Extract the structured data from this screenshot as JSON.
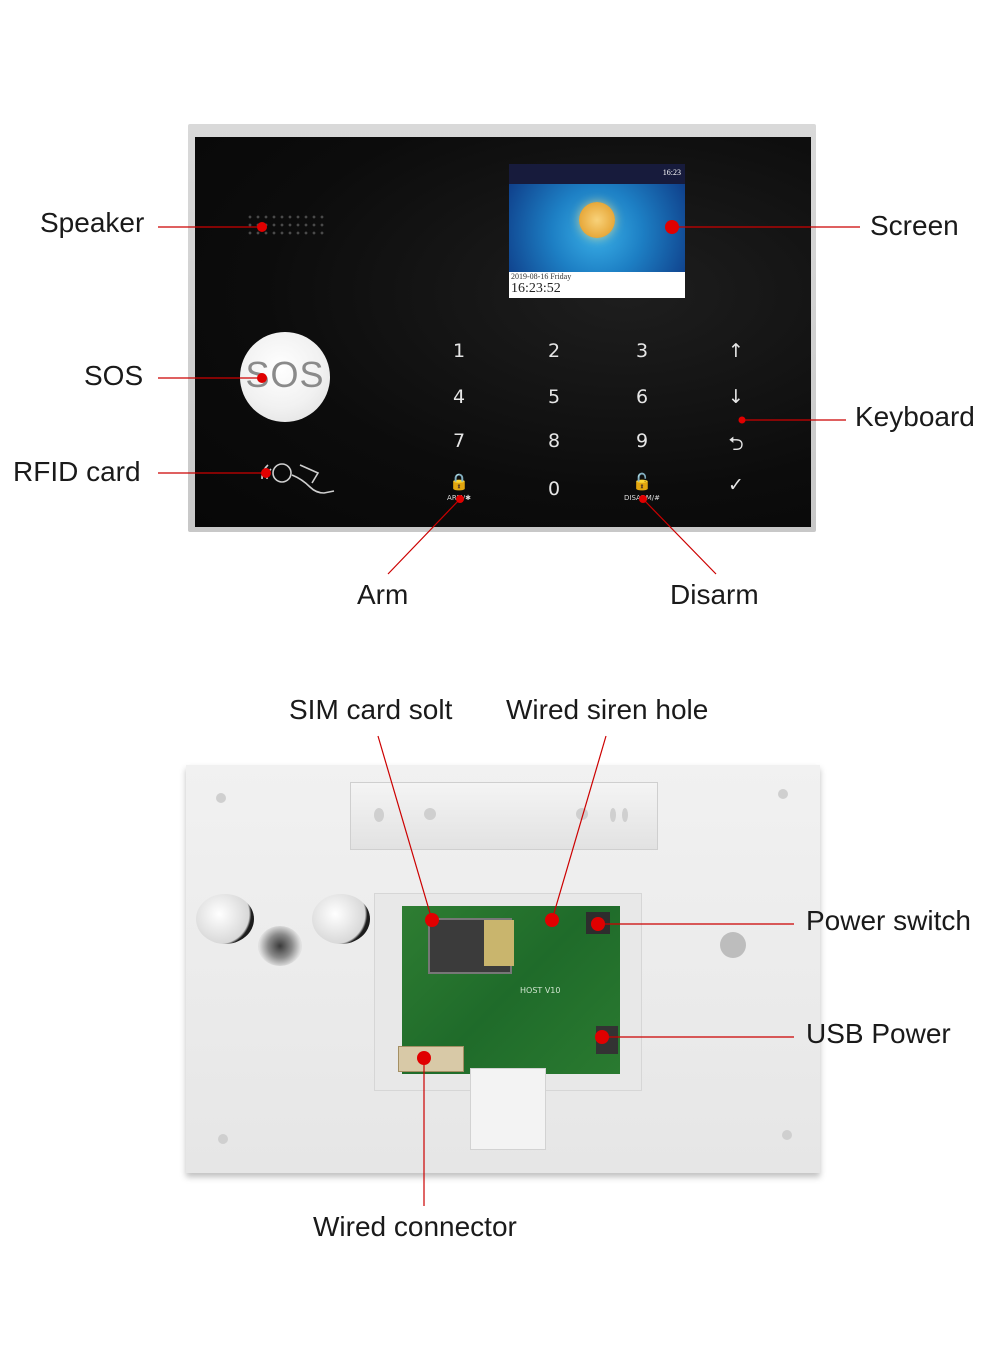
{
  "front_labels": {
    "speaker": "Speaker",
    "screen": "Screen",
    "sos": "SOS",
    "keyboard": "Keyboard",
    "rfid": "RFID card",
    "arm": "Arm",
    "disarm": "Disarm"
  },
  "back_labels": {
    "sim_slot": "SIM card solt",
    "siren_hole": "Wired siren hole",
    "power_switch": "Power switch",
    "usb_power": "USB Power",
    "wired_connector": "Wired connector"
  },
  "device_front": {
    "sos_button_text": "SOS",
    "lcd_clock": "16:23",
    "lcd_date": "2019-08-16 Friday",
    "lcd_time": "16:23:52",
    "keypad": [
      "1",
      "2",
      "3",
      "↑",
      "4",
      "5",
      "6",
      "↓",
      "7",
      "8",
      "9",
      "⮌",
      "🔒",
      "0",
      "🔓",
      "✓"
    ],
    "arm_key_caption": "ARM/✱",
    "disarm_key_caption": "DISARM/#"
  },
  "device_back": {
    "pcb_label": "HOST V10"
  },
  "colors": {
    "marker": "#e00000",
    "leader_line": "#cc0000",
    "panel_face": "#0c0c0c"
  }
}
